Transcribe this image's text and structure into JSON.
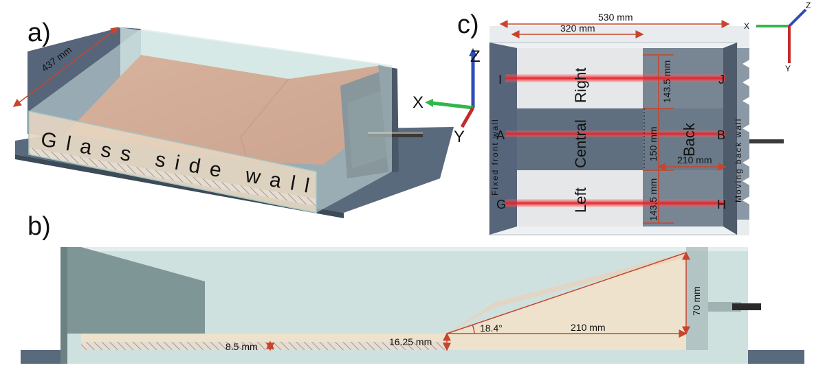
{
  "panels": {
    "a": {
      "label": "a)",
      "depth_dim": "437 mm",
      "glass_text": "Glass side wall"
    },
    "b": {
      "label": "b)",
      "layer_thickness": "8.5 mm",
      "ramp_start_height": "16.25 mm",
      "ramp_angle": "18.4°",
      "ramp_length": "210 mm",
      "ramp_height": "70 mm"
    },
    "c": {
      "label": "c)",
      "total_length": "530 mm",
      "partial_length": "320 mm",
      "zones": {
        "right": "Right",
        "central": "Central",
        "left": "Left",
        "back": "Back"
      },
      "widths": {
        "right": "143.5 mm",
        "central": "150 mm",
        "left": "143.5 mm"
      },
      "back_length": "210 mm",
      "walls": {
        "front": "Fixed front wall",
        "back": "Moving back wall"
      },
      "points": {
        "I": "I",
        "J": "J",
        "A": "A",
        "B": "B",
        "G": "G",
        "H": "H"
      }
    }
  },
  "axes": {
    "x": "X",
    "y": "Y",
    "z": "Z"
  },
  "colors": {
    "sand": "#d9673a",
    "glass": "#b9d9d6",
    "wall": "#4d5d6e",
    "beige": "#efe2cc",
    "dimension": "#c8442c",
    "laser": "#e0202a"
  }
}
